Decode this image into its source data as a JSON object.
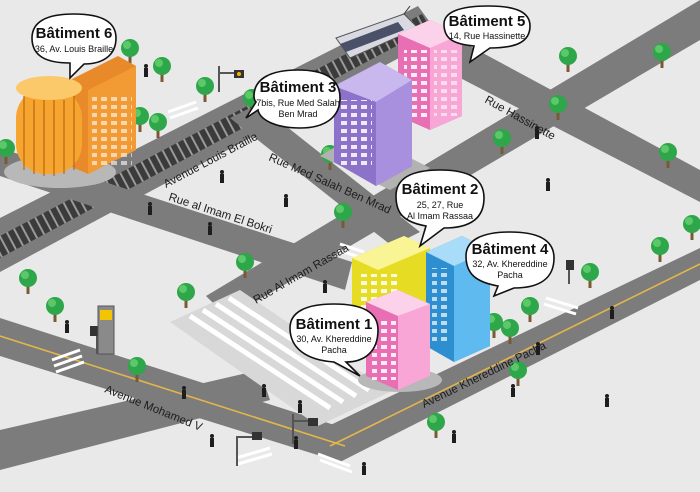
{
  "colors": {
    "ground": "#e9e9e9",
    "road": "#7b7b7b",
    "road_line": "#e2b64a",
    "rail": "#3b3b3b",
    "tree": "#2ea64a",
    "building_1": "#f17cc0",
    "building_2": "#f6ef3a",
    "building_3": "#9d82d8",
    "building_4": "#45a9e3",
    "building_5": "#f28bc6",
    "building_6": "#f7a531"
  },
  "streets": {
    "louis_braille": "Avenue Louis Braille",
    "hassinette": "Rue Hassinette",
    "med_salah": "Rue Med Salah Ben Mrad",
    "bokri": "Rue al Imam El Bokri",
    "rassaa": "Rue Al Imam Rassaa",
    "mohamed_v": "Avenue Mohamed V",
    "khereddine": "Avenue Khereddine Pacha"
  },
  "buildings": {
    "b1": {
      "title": "Bâtiment 1",
      "addr1": "30, Av. Khereddine",
      "addr2": "Pacha",
      "addr3": ""
    },
    "b2": {
      "title": "Bâtiment 2",
      "addr1": "25, 27, Rue",
      "addr2": "Al Imam Rassaa",
      "addr3": ""
    },
    "b3": {
      "title": "Bâtiment 3",
      "addr1": "7bis, Rue Med Salah",
      "addr2": "Ben Mrad",
      "addr3": ""
    },
    "b4": {
      "title": "Bâtiment 4",
      "addr1": "32, Av. Khereddine",
      "addr2": "Pacha",
      "addr3": ""
    },
    "b5": {
      "title": "Bâtiment 5",
      "addr1": "14, Rue Hassinette",
      "addr2": "",
      "addr3": ""
    },
    "b6": {
      "title": "Bâtiment 6",
      "addr1": "36, Av. Louis Braille",
      "addr2": "",
      "addr3": ""
    }
  }
}
